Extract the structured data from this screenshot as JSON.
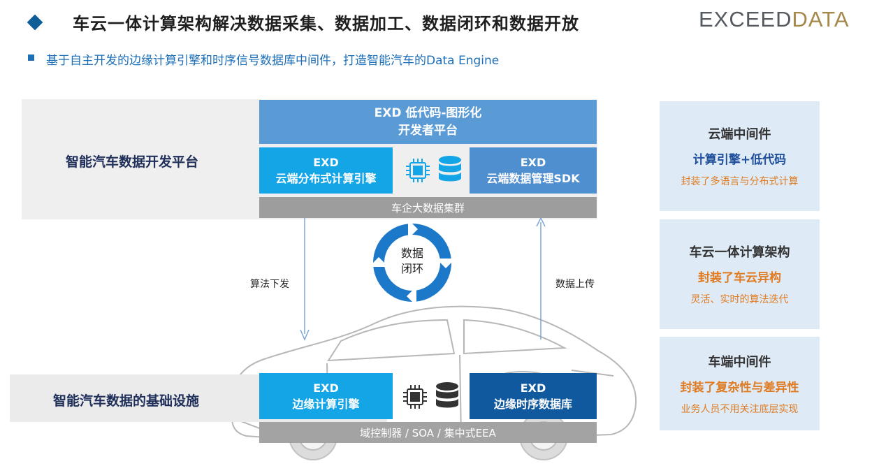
{
  "header": {
    "title": "车云一体计算架构解决数据采集、数据加工、数据闭环和数据开放",
    "logo_part1": "EXCEED",
    "logo_part2": "DATA",
    "subtitle": "基于自主开发的边缘计算引擎和时序信号数据库中间件，打造智能汽车的Data Engine"
  },
  "diagram": {
    "platform_label": "智能汽车数据开发平台",
    "infra_label": "智能汽车数据的基础设施",
    "lowcode": {
      "line1": "EXD 低代码-图形化",
      "line2": "开发者平台"
    },
    "cloud_compute": {
      "line1": "EXD",
      "line2": "云端分布式计算引擎"
    },
    "cloud_sdk": {
      "line1": "EXD",
      "line2": "云端数据管理SDK"
    },
    "cluster": "车企大数据集群",
    "loop": {
      "line1": "数据",
      "line2": "闭环"
    },
    "down_label": "算法下发",
    "up_label": "数据上传",
    "edge_compute": {
      "line1": "EXD",
      "line2": "边缘计算引擎"
    },
    "edge_tsdb": {
      "line1": "EXD",
      "line2": "边缘时序数据库"
    },
    "edge_base": "域控制器 / SOA / 集中式EEA",
    "icons": [
      "chip-icon",
      "database-icon"
    ]
  },
  "panels": [
    {
      "heading": "云端中间件",
      "main": "计算引擎+低代码",
      "main_color": "#1f4e9a",
      "desc": "封装了多语言与分布式计算"
    },
    {
      "heading": "车云一体计算架构",
      "main": "封装了车云异构",
      "main_color": "#e07b22",
      "desc": "灵活、实时的算法迭代"
    },
    {
      "heading": "车端中间件",
      "main": "封装了复杂性与差异性",
      "main_color": "#e07b22",
      "desc": "业务人员不用关注底层实现"
    }
  ],
  "colors": {
    "brand_blue": "#0f5d98",
    "light_blue": "#5b9bd5",
    "cyan": "#14a5e7",
    "dark_blue": "#10599f",
    "orange": "#e07b22",
    "gold": "#a6884a"
  }
}
